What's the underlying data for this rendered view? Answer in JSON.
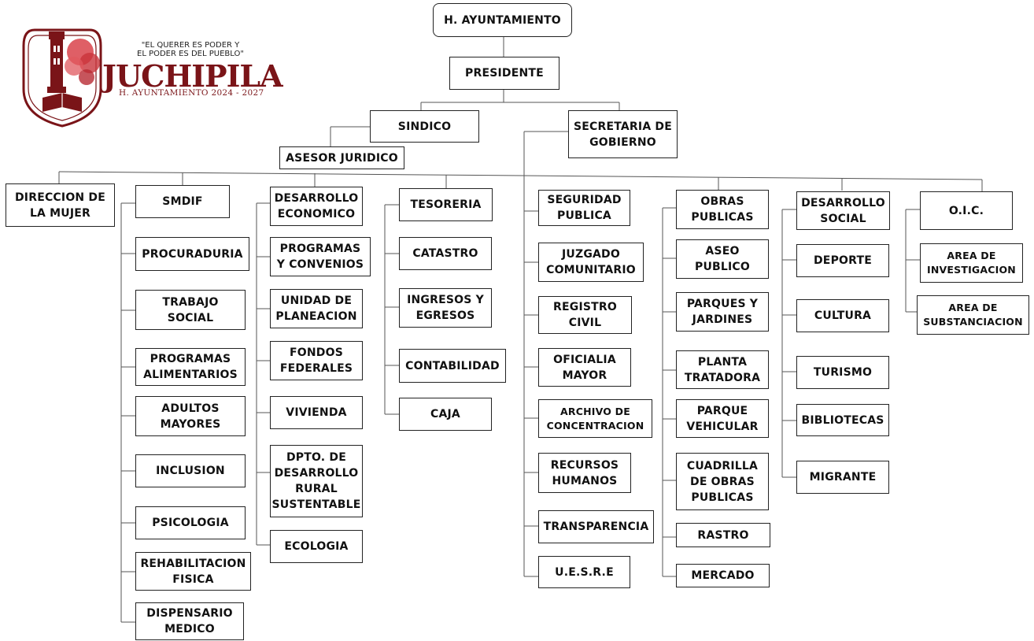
{
  "logo": {
    "motto": "\"EL QUERER ES PODER  Y\nEL PODER ES DEL PUEBLO\"",
    "town": "JUCHIPILA",
    "administration": "H. AYUNTAMIENTO 2024 - 2027",
    "colors": {
      "primary": "#7a1418",
      "accent": "#d9434b"
    }
  },
  "top": {
    "ayuntamiento": "H. AYUNTAMIENTO",
    "presidente": "PRESIDENTE",
    "sindico": "SINDICO",
    "secretaria": "SECRETARIA DE\nGOBIERNO",
    "asesor": "ASESOR JURIDICO"
  },
  "dir_mujer": "DIRECCION DE\nLA MUJER",
  "smdif": {
    "title": "SMDIF",
    "items": [
      "PROCURADURIA",
      "TRABAJO\nSOCIAL",
      "PROGRAMAS\nALIMENTARIOS",
      "ADULTOS\nMAYORES",
      "INCLUSION",
      "PSICOLOGIA",
      "REHABILITACION\nFISICA",
      "DISPENSARIO\nMEDICO"
    ]
  },
  "economico": {
    "title": "DESARROLLO\nECONOMICO",
    "items": [
      "PROGRAMAS\nY CONVENIOS",
      "UNIDAD DE\nPLANEACION",
      "FONDOS\nFEDERALES",
      "VIVIENDA",
      "DPTO. DE\nDESARROLLO\nRURAL\nSUSTENTABLE",
      "ECOLOGIA"
    ]
  },
  "tesoreria": {
    "title": "TESORERIA",
    "items": [
      "CATASTRO",
      "INGRESOS Y\nEGRESOS",
      "CONTABILIDAD",
      "CAJA"
    ]
  },
  "gobierno": {
    "items": [
      "SEGURIDAD\nPUBLICA",
      "JUZGADO\nCOMUNITARIO",
      "REGISTRO\nCIVIL",
      "OFICIALIA\nMAYOR",
      "ARCHIVO DE\nCONCENTRACION",
      "RECURSOS\nHUMANOS",
      "TRANSPARENCIA",
      "U.E.S.R.E"
    ]
  },
  "obras": {
    "title": "OBRAS\nPUBLICAS",
    "items": [
      "ASEO\nPUBLICO",
      "PARQUES Y\nJARDINES",
      "PLANTA\nTRATADORA",
      "PARQUE\nVEHICULAR",
      "CUADRILLA\nDE OBRAS\nPUBLICAS",
      "RASTRO",
      "MERCADO"
    ]
  },
  "social": {
    "title": "DESARROLLO\nSOCIAL",
    "items": [
      "DEPORTE",
      "CULTURA",
      "TURISMO",
      "BIBLIOTECAS",
      "MIGRANTE"
    ]
  },
  "oic": {
    "title": "O.I.C.",
    "items": [
      "AREA DE\nINVESTIGACION",
      "AREA DE\nSUBSTANCIACION"
    ]
  }
}
